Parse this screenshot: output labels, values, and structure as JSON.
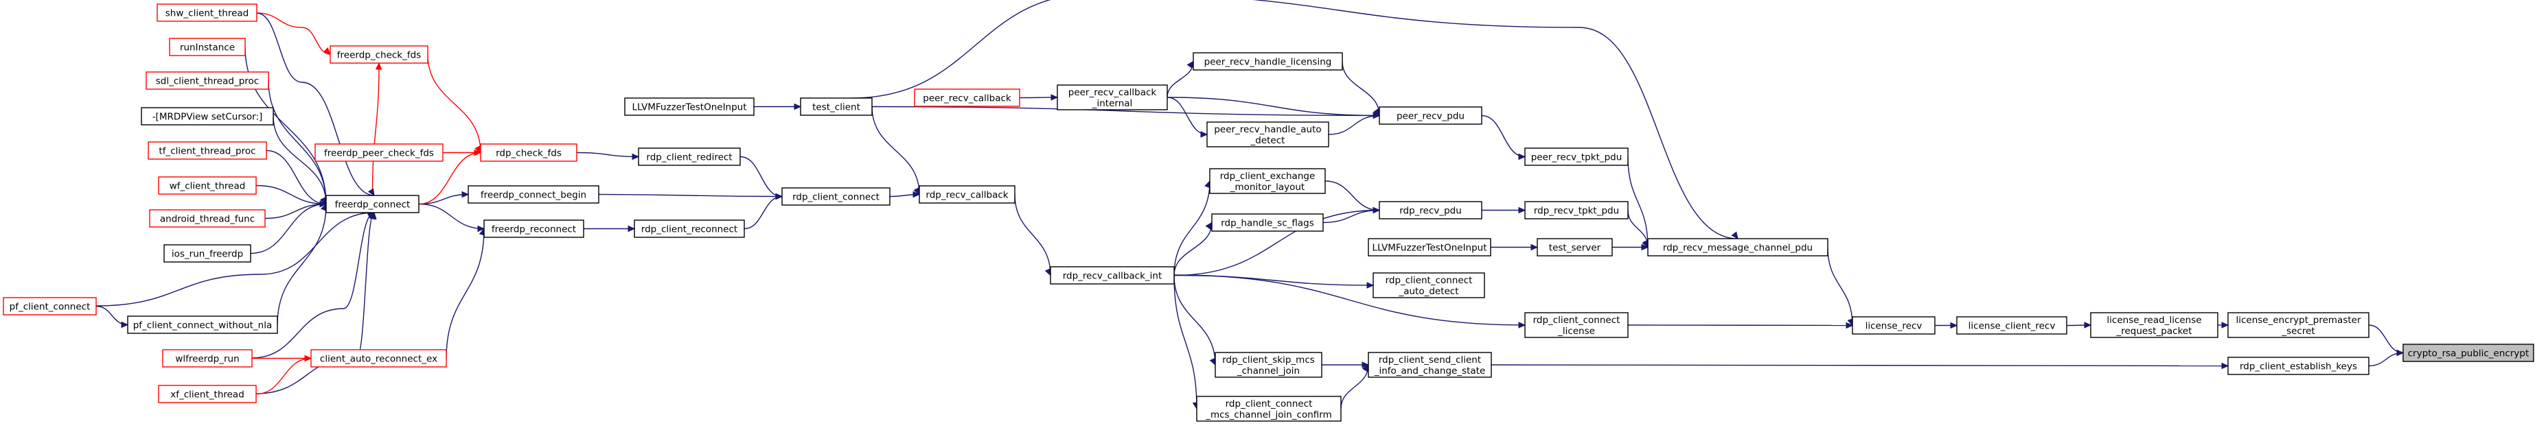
{
  "graph": {
    "nodes": [
      {
        "id": "crypto_rsa_public_encrypt",
        "lines": [
          "crypto_rsa_public_encrypt"
        ],
        "style": "focus"
      },
      {
        "id": "license_encrypt_premaster",
        "lines": [
          "license_encrypt_premaster",
          "_secret"
        ],
        "style": "normal"
      },
      {
        "id": "rdp_client_establish_keys",
        "lines": [
          "rdp_client_establish_keys"
        ],
        "style": "normal"
      },
      {
        "id": "license_read_license",
        "lines": [
          "license_read_license",
          "_request_packet"
        ],
        "style": "normal"
      },
      {
        "id": "license_client_recv",
        "lines": [
          "license_client_recv"
        ],
        "style": "normal"
      },
      {
        "id": "license_recv",
        "lines": [
          "license_recv"
        ],
        "style": "normal"
      },
      {
        "id": "rdp_recv_message_channel_pdu",
        "lines": [
          "rdp_recv_message_channel_pdu"
        ],
        "style": "normal"
      },
      {
        "id": "rdp_recv_tpkt_pdu",
        "lines": [
          "rdp_recv_tpkt_pdu"
        ],
        "style": "normal"
      },
      {
        "id": "peer_recv_tpkt_pdu",
        "lines": [
          "peer_recv_tpkt_pdu"
        ],
        "style": "normal"
      },
      {
        "id": "test_server",
        "lines": [
          "test_server"
        ],
        "style": "normal"
      },
      {
        "id": "rdp_client_connect_license",
        "lines": [
          "rdp_client_connect",
          "_license"
        ],
        "style": "normal"
      },
      {
        "id": "rdp_client_send_client",
        "lines": [
          "rdp_client_send_client",
          "_info_and_change_state"
        ],
        "style": "normal"
      },
      {
        "id": "peer_recv_pdu",
        "lines": [
          "peer_recv_pdu"
        ],
        "style": "normal"
      },
      {
        "id": "rdp_recv_pdu",
        "lines": [
          "rdp_recv_pdu"
        ],
        "style": "normal"
      },
      {
        "id": "LLVMFuzzer2",
        "lines": [
          "LLVMFuzzerTestOneInput"
        ],
        "style": "normal"
      },
      {
        "id": "rdp_client_connect_auto_detect",
        "lines": [
          "rdp_client_connect",
          "_auto_detect"
        ],
        "style": "normal"
      },
      {
        "id": "rdp_client_skip_mcs",
        "lines": [
          "rdp_client_skip_mcs",
          "_channel_join"
        ],
        "style": "normal"
      },
      {
        "id": "rdp_client_connect_mcs",
        "lines": [
          "rdp_client_connect",
          "_mcs_channel_join_confirm"
        ],
        "style": "normal"
      },
      {
        "id": "peer_recv_handle_licensing",
        "lines": [
          "peer_recv_handle_licensing"
        ],
        "style": "normal"
      },
      {
        "id": "peer_recv_handle_auto_detect",
        "lines": [
          "peer_recv_handle_auto",
          "_detect"
        ],
        "style": "normal"
      },
      {
        "id": "rdp_client_exchange",
        "lines": [
          "rdp_client_exchange",
          "_monitor_layout"
        ],
        "style": "normal"
      },
      {
        "id": "rdp_handle_sc_flags",
        "lines": [
          "rdp_handle_sc_flags"
        ],
        "style": "normal"
      },
      {
        "id": "peer_recv_callback_internal",
        "lines": [
          "peer_recv_callback",
          "_internal"
        ],
        "style": "normal"
      },
      {
        "id": "rdp_recv_callback_int",
        "lines": [
          "rdp_recv_callback_int"
        ],
        "style": "normal"
      },
      {
        "id": "peer_recv_callback",
        "lines": [
          "peer_recv_callback"
        ],
        "style": "red"
      },
      {
        "id": "test_client",
        "lines": [
          "test_client"
        ],
        "style": "normal"
      },
      {
        "id": "rdp_recv_callback",
        "lines": [
          "rdp_recv_callback"
        ],
        "style": "normal"
      },
      {
        "id": "LLVMFuzzer1",
        "lines": [
          "LLVMFuzzerTestOneInput"
        ],
        "style": "normal"
      },
      {
        "id": "rdp_client_connect",
        "lines": [
          "rdp_client_connect"
        ],
        "style": "normal"
      },
      {
        "id": "rdp_client_redirect",
        "lines": [
          "rdp_client_redirect"
        ],
        "style": "normal"
      },
      {
        "id": "rdp_client_reconnect",
        "lines": [
          "rdp_client_reconnect"
        ],
        "style": "normal"
      },
      {
        "id": "freerdp_connect_begin",
        "lines": [
          "freerdp_connect_begin"
        ],
        "style": "normal"
      },
      {
        "id": "freerdp_reconnect",
        "lines": [
          "freerdp_reconnect"
        ],
        "style": "normal"
      },
      {
        "id": "rdp_check_fds",
        "lines": [
          "rdp_check_fds"
        ],
        "style": "red"
      },
      {
        "id": "freerdp_check_fds",
        "lines": [
          "freerdp_check_fds"
        ],
        "style": "red"
      },
      {
        "id": "freerdp_peer_check_fds",
        "lines": [
          "freerdp_peer_check_fds"
        ],
        "style": "red"
      },
      {
        "id": "freerdp_connect",
        "lines": [
          "freerdp_connect"
        ],
        "style": "normal"
      },
      {
        "id": "client_auto_reconnect_ex",
        "lines": [
          "client_auto_reconnect_ex"
        ],
        "style": "red"
      },
      {
        "id": "pf_client_connect_without_nla",
        "lines": [
          "pf_client_connect_without_nla"
        ],
        "style": "normal"
      },
      {
        "id": "pf_client_connect",
        "lines": [
          "pf_client_connect"
        ],
        "style": "red"
      },
      {
        "id": "shw_client_thread",
        "lines": [
          "shw_client_thread"
        ],
        "style": "red"
      },
      {
        "id": "runInstance",
        "lines": [
          "runInstance"
        ],
        "style": "red"
      },
      {
        "id": "sdl_client_thread_proc",
        "lines": [
          "sdl_client_thread_proc"
        ],
        "style": "red"
      },
      {
        "id": "MRDPView",
        "lines": [
          "-[MRDPView setCursor:]"
        ],
        "style": "normal"
      },
      {
        "id": "tf_client_thread_proc",
        "lines": [
          "tf_client_thread_proc"
        ],
        "style": "red"
      },
      {
        "id": "wf_client_thread",
        "lines": [
          "wf_client_thread"
        ],
        "style": "red"
      },
      {
        "id": "android_thread_func",
        "lines": [
          "android_thread_func"
        ],
        "style": "red"
      },
      {
        "id": "ios_run_freerdp",
        "lines": [
          "ios_run_freerdp"
        ],
        "style": "normal"
      },
      {
        "id": "wlfreerdp_run",
        "lines": [
          "wlfreerdp_run"
        ],
        "style": "red"
      },
      {
        "id": "xf_client_thread",
        "lines": [
          "xf_client_thread"
        ],
        "style": "red"
      }
    ],
    "edges": [
      [
        "license_encrypt_premaster",
        "crypto_rsa_public_encrypt"
      ],
      [
        "rdp_client_establish_keys",
        "crypto_rsa_public_encrypt"
      ],
      [
        "license_read_license",
        "license_encrypt_premaster"
      ],
      [
        "license_client_recv",
        "license_read_license"
      ],
      [
        "license_recv",
        "license_client_recv"
      ],
      [
        "rdp_recv_message_channel_pdu",
        "license_recv"
      ],
      [
        "rdp_client_connect_license",
        "license_recv"
      ],
      [
        "rdp_client_send_client",
        "rdp_client_establish_keys"
      ],
      [
        "rdp_recv_tpkt_pdu",
        "rdp_recv_message_channel_pdu"
      ],
      [
        "peer_recv_tpkt_pdu",
        "rdp_recv_message_channel_pdu"
      ],
      [
        "test_server",
        "rdp_recv_message_channel_pdu"
      ],
      [
        "test_client",
        "rdp_recv_message_channel_pdu"
      ],
      [
        "rdp_recv_callback_int",
        "rdp_client_connect_license"
      ],
      [
        "rdp_client_skip_mcs",
        "rdp_client_send_client"
      ],
      [
        "rdp_client_connect_mcs",
        "rdp_client_send_client"
      ],
      [
        "peer_recv_pdu",
        "peer_recv_tpkt_pdu"
      ],
      [
        "rdp_recv_pdu",
        "rdp_recv_tpkt_pdu"
      ],
      [
        "LLVMFuzzer2",
        "test_server"
      ],
      [
        "peer_recv_handle_licensing",
        "peer_recv_pdu"
      ],
      [
        "peer_recv_callback_internal",
        "peer_recv_pdu"
      ],
      [
        "peer_recv_handle_auto_detect",
        "peer_recv_pdu"
      ],
      [
        "test_client",
        "peer_recv_pdu"
      ],
      [
        "rdp_client_exchange",
        "rdp_recv_pdu"
      ],
      [
        "rdp_handle_sc_flags",
        "rdp_recv_pdu"
      ],
      [
        "rdp_recv_callback_int",
        "rdp_recv_pdu"
      ],
      [
        "rdp_recv_callback_int",
        "rdp_client_connect_auto_detect"
      ],
      [
        "rdp_recv_callback_int",
        "rdp_client_skip_mcs"
      ],
      [
        "rdp_recv_callback_int",
        "rdp_client_connect_mcs"
      ],
      [
        "peer_recv_callback_internal",
        "peer_recv_handle_licensing"
      ],
      [
        "peer_recv_callback_internal",
        "peer_recv_handle_auto_detect"
      ],
      [
        "rdp_recv_callback_int",
        "rdp_client_exchange"
      ],
      [
        "rdp_recv_callback_int",
        "rdp_handle_sc_flags"
      ],
      [
        "peer_recv_callback",
        "peer_recv_callback_internal"
      ],
      [
        "rdp_recv_callback",
        "rdp_recv_callback_int"
      ],
      [
        "LLVMFuzzer1",
        "test_client"
      ],
      [
        "test_client",
        "rdp_recv_callback"
      ],
      [
        "rdp_client_connect",
        "rdp_recv_callback"
      ],
      [
        "rdp_client_redirect",
        "rdp_client_connect"
      ],
      [
        "rdp_client_reconnect",
        "rdp_client_connect"
      ],
      [
        "freerdp_connect_begin",
        "rdp_client_connect"
      ],
      [
        "rdp_check_fds",
        "rdp_client_redirect"
      ],
      [
        "freerdp_reconnect",
        "rdp_client_reconnect"
      ],
      [
        "freerdp_connect",
        "freerdp_connect_begin"
      ],
      [
        "freerdp_connect",
        "freerdp_reconnect"
      ],
      [
        "client_auto_reconnect_ex",
        "freerdp_reconnect"
      ],
      [
        "freerdp_check_fds",
        "rdp_check_fds"
      ],
      [
        "freerdp_peer_check_fds",
        "rdp_check_fds"
      ],
      [
        "freerdp_connect",
        "rdp_check_fds"
      ],
      [
        "shw_client_thread",
        "freerdp_check_fds"
      ],
      [
        "freerdp_connect",
        "freerdp_check_fds"
      ],
      [
        "pf_client_connect_without_nla",
        "freerdp_connect"
      ],
      [
        "pf_client_connect",
        "freerdp_connect"
      ],
      [
        "shw_client_thread",
        "freerdp_connect"
      ],
      [
        "runInstance",
        "freerdp_connect"
      ],
      [
        "sdl_client_thread_proc",
        "freerdp_connect"
      ],
      [
        "MRDPView",
        "freerdp_connect"
      ],
      [
        "tf_client_thread_proc",
        "freerdp_connect"
      ],
      [
        "wf_client_thread",
        "freerdp_connect"
      ],
      [
        "android_thread_func",
        "freerdp_connect"
      ],
      [
        "ios_run_freerdp",
        "freerdp_connect"
      ],
      [
        "wlfreerdp_run",
        "freerdp_connect"
      ],
      [
        "xf_client_thread",
        "freerdp_connect"
      ],
      [
        "pf_client_connect",
        "pf_client_connect_without_nla"
      ],
      [
        "wlfreerdp_run",
        "client_auto_reconnect_ex"
      ],
      [
        "xf_client_thread",
        "client_auto_reconnect_ex"
      ]
    ]
  },
  "colors": {
    "edge": "#191970",
    "edge_red": "#ff0000",
    "node_red": "#ff0000",
    "focus_fill": "#bfbfbf"
  }
}
